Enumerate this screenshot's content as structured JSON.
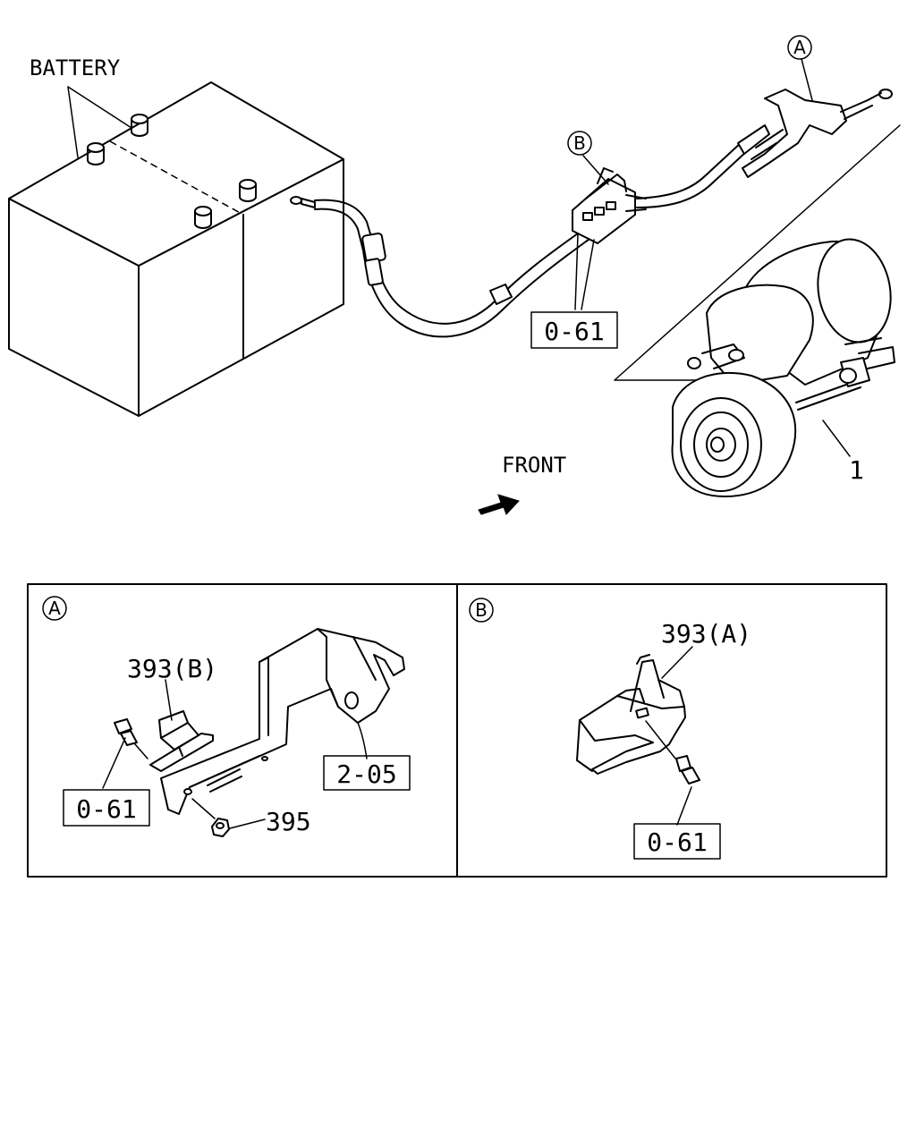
{
  "labels": {
    "battery": "BATTERY",
    "front": "FRONT",
    "part_1": "1",
    "ref_0_61_main": "0-61",
    "callout_a_main": "A",
    "callout_b_main": "B"
  },
  "detail_a": {
    "callout": "A",
    "part_393b": "393(B)",
    "part_395": "395",
    "ref_2_05": "2-05",
    "ref_0_61": "0-61"
  },
  "detail_b": {
    "callout": "B",
    "part_393a": "393(A)",
    "ref_0_61": "0-61"
  }
}
